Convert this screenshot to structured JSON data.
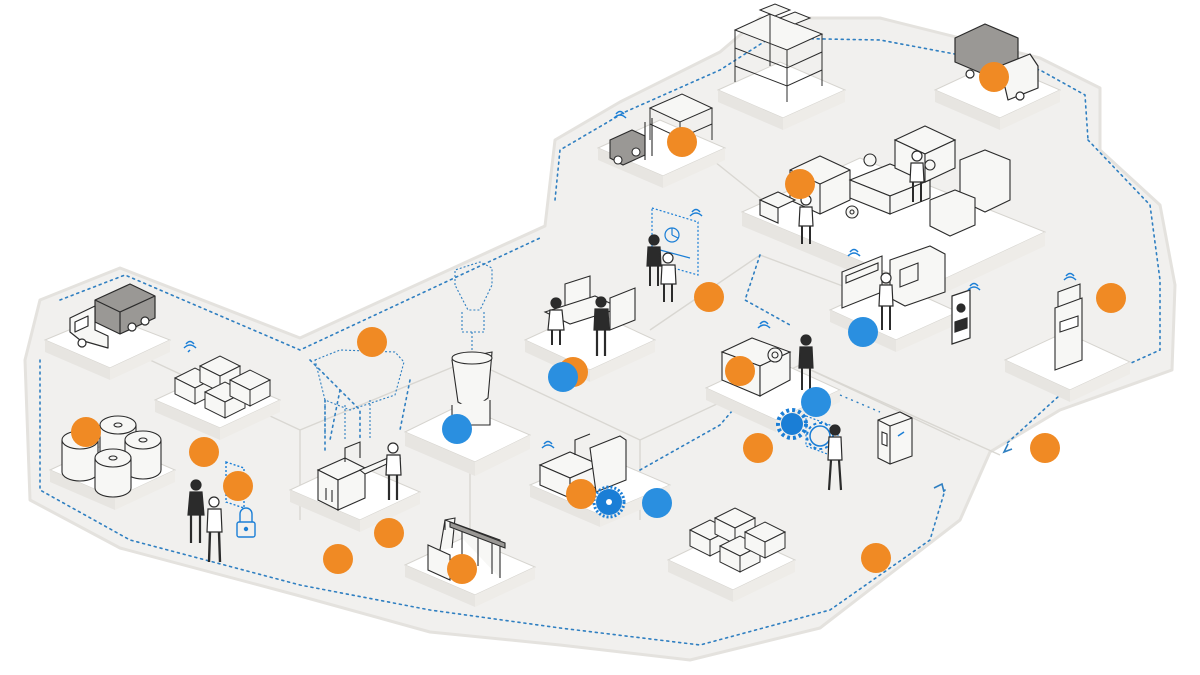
{
  "colors": {
    "background": "#ffffff",
    "floor": "#f1f0ee",
    "floor_edge": "#e4e2de",
    "platform_top": "#ffffff",
    "platform_side": "#e7e5e1",
    "platform_stroke": "#d6d4cf",
    "route_line": "#2f7fc1",
    "line_art": "#2b2b2b",
    "light_fill": "#f7f7f5",
    "accent_blue": "#1a7ed6",
    "hotspot_orange": "#f08a24",
    "hotspot_blue": "#2a8fe0"
  },
  "zones": [
    {
      "id": "truck-dock-left",
      "icon": "truck-icon"
    },
    {
      "id": "boxes-left",
      "icon": "box-stack-icon"
    },
    {
      "id": "paper-rolls",
      "icon": "paper-roll-icon"
    },
    {
      "id": "security-staff",
      "icon": "padlock-icon"
    },
    {
      "id": "packing-line",
      "icon": "conveyor-icon"
    },
    {
      "id": "filling-hopper",
      "icon": "hopper-icon"
    },
    {
      "id": "robot-arm-station",
      "icon": "robot-arm-icon"
    },
    {
      "id": "office-desk",
      "icon": "workstation-icon"
    },
    {
      "id": "analytics-team",
      "icon": "dashboard-icon"
    },
    {
      "id": "cnc-machine",
      "icon": "cnc-machine-icon"
    },
    {
      "id": "boxes-center",
      "icon": "box-stack-icon"
    },
    {
      "id": "forklift-storage",
      "icon": "forklift-icon"
    },
    {
      "id": "high-rack-storage",
      "icon": "shelving-icon"
    },
    {
      "id": "truck-dock-right",
      "icon": "truck-icon"
    },
    {
      "id": "production-line",
      "icon": "production-line-icon"
    },
    {
      "id": "control-room",
      "icon": "control-panel-icon"
    },
    {
      "id": "id-access-terminal",
      "icon": "badge-reader-icon"
    },
    {
      "id": "machine-maintenance",
      "icon": "gear-icon"
    },
    {
      "id": "terminal-kiosk",
      "icon": "kiosk-icon"
    },
    {
      "id": "smart-printer",
      "icon": "printer-icon"
    }
  ],
  "hotspots": [
    {
      "id": "h01",
      "color": "orange"
    },
    {
      "id": "h02",
      "color": "orange"
    },
    {
      "id": "h03",
      "color": "orange"
    },
    {
      "id": "h04",
      "color": "orange"
    },
    {
      "id": "h05",
      "color": "orange"
    },
    {
      "id": "h06",
      "color": "orange"
    },
    {
      "id": "h07",
      "color": "orange"
    },
    {
      "id": "h08",
      "color": "orange"
    },
    {
      "id": "h09",
      "color": "orange"
    },
    {
      "id": "h10",
      "color": "orange"
    },
    {
      "id": "h11",
      "color": "orange"
    },
    {
      "id": "h12",
      "color": "orange"
    },
    {
      "id": "h13",
      "color": "orange"
    },
    {
      "id": "h14",
      "color": "orange"
    },
    {
      "id": "h15",
      "color": "orange"
    },
    {
      "id": "h16",
      "color": "orange"
    },
    {
      "id": "h17",
      "color": "orange"
    },
    {
      "id": "h18",
      "color": "orange"
    },
    {
      "id": "h19",
      "color": "orange"
    },
    {
      "id": "h20",
      "color": "orange"
    },
    {
      "id": "h21",
      "color": "orange"
    },
    {
      "id": "h22",
      "color": "blue"
    },
    {
      "id": "h23",
      "color": "blue"
    },
    {
      "id": "h24",
      "color": "blue"
    },
    {
      "id": "h25",
      "color": "blue"
    },
    {
      "id": "h26",
      "color": "blue"
    }
  ]
}
